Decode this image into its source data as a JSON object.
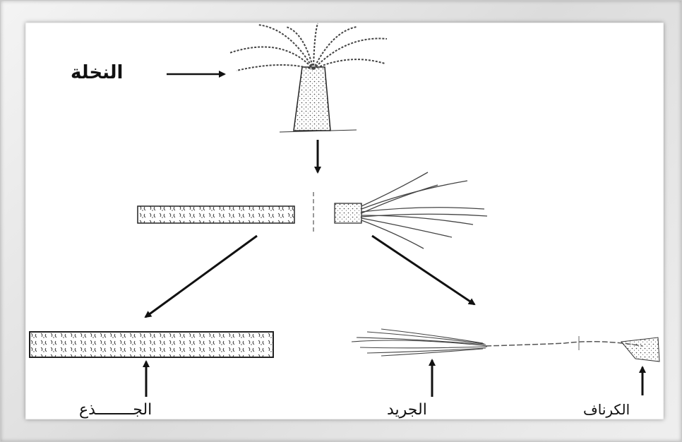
{
  "diagram": {
    "labels": {
      "palm": "النخلة",
      "trunk": "الجــــــــذع",
      "fronds": "الجريد",
      "karnaf": "الكرناف"
    }
  },
  "colors": {
    "ink": "#111111",
    "panel": "#ffffff",
    "frame": "#e3e3e3"
  }
}
